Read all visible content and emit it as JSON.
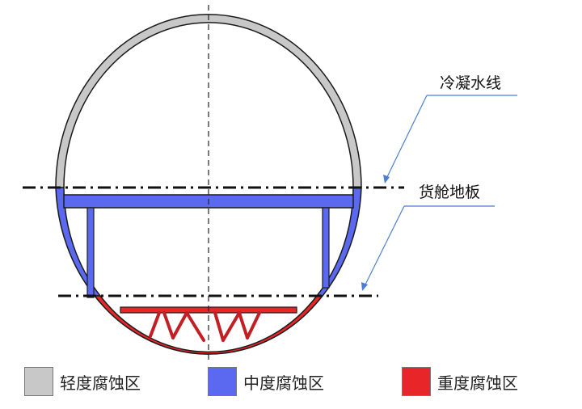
{
  "labels": {
    "condensation_line": "冷凝水线",
    "cargo_floor": "货舱地板"
  },
  "legend": [
    {
      "text": "轻度腐蚀区",
      "color": "#c8c8c8"
    },
    {
      "text": "中度腐蚀区",
      "color": "#5b68f0"
    },
    {
      "text": "重度腐蚀区",
      "color": "#e8262a"
    }
  ],
  "colors": {
    "light": "#c8c8c8",
    "medium": "#5b68f0",
    "heavy": "#e8262a",
    "leader": "#4a7fd4",
    "outline": "#1a1a1a"
  }
}
